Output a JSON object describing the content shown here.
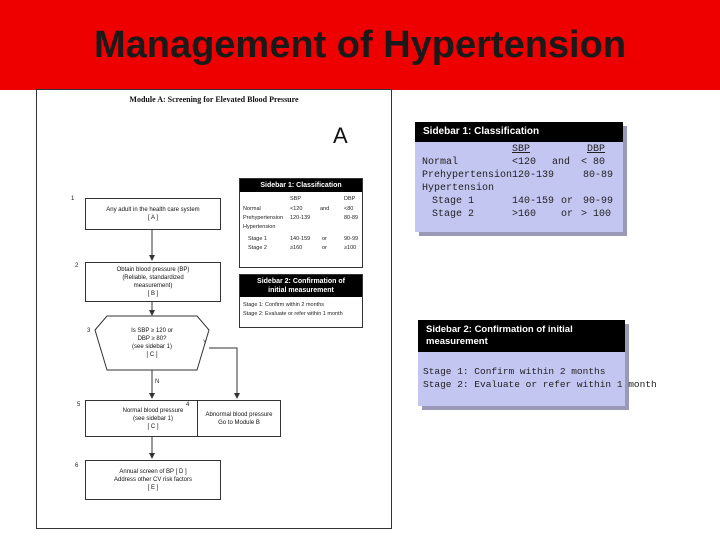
{
  "slide": {
    "title": "Management of Hypertension"
  },
  "module": {
    "title": "Module A: Screening for Elevated Blood Pressure",
    "letter": "A",
    "steps": [
      {
        "num": "1",
        "lines": [
          "Any adult in the health care system",
          "[ A ]"
        ]
      },
      {
        "num": "2",
        "lines": [
          "Obtain blood pressure (BP)",
          "(Reliable, standardized",
          "measurement)",
          "[ B ]"
        ]
      },
      {
        "num": "3",
        "lines": [
          "Is SBP ≥ 120 or",
          "DBP ≥ 80?",
          "(see sidebar 1)",
          "[ C ]"
        ]
      },
      {
        "num": "5",
        "lines": [
          "Normal blood pressure",
          "(see sidebar 1)",
          "[ C ]"
        ]
      },
      {
        "num": "4",
        "lines": [
          "Abnormal blood pressure",
          "Go to Module B"
        ]
      },
      {
        "num": "6",
        "lines": [
          "Annual screen of BP [ D ]",
          "Address other CV risk factors",
          "[ E ]"
        ]
      }
    ],
    "yes_label": "Y",
    "no_label": "N",
    "mini_sidebar1": {
      "header": "Sidebar 1: Classification",
      "col_sbp": "SBP",
      "col_dbp": "DBP",
      "rows": [
        {
          "label": "Normal",
          "sbp": "<120",
          "conj": "and",
          "dbp": "<80"
        },
        {
          "label": "Prehypertension",
          "sbp": "120-139",
          "conj": "",
          "dbp": "80-89"
        },
        {
          "label": "Hypertension",
          "sbp": "",
          "conj": "",
          "dbp": ""
        },
        {
          "label": "Stage 1",
          "sbp": "140-159",
          "conj": "or",
          "dbp": "90-99"
        },
        {
          "label": "Stage 2",
          "sbp": "≥160",
          "conj": "or",
          "dbp": "≥100"
        }
      ]
    },
    "mini_sidebar2": {
      "header_line1": "Sidebar 2: Confirmation of",
      "header_line2": "initial measurement",
      "rows": [
        "Stage 1: Confirm within 2 months",
        "Stage 2: Evaluate or refer within 1 month"
      ]
    }
  },
  "sidebar1": {
    "header": "Sidebar 1: Classification",
    "col_sbp": "SBP",
    "col_dbp": "DBP",
    "rows": [
      {
        "label": "Normal",
        "sbp": "<120",
        "conj": "and",
        "dbp": "< 80"
      },
      {
        "label": "Prehypertension",
        "sbp": "120-139",
        "conj": "",
        "dbp": "80-89"
      },
      {
        "label": "Hypertension",
        "sbp": "",
        "conj": "",
        "dbp": ""
      },
      {
        "label": "Stage 1",
        "sbp": "140-159",
        "conj": "or",
        "dbp": "90-99"
      },
      {
        "label": "Stage 2",
        "sbp": ">160",
        "conj": "or",
        "dbp": "> 100"
      }
    ]
  },
  "sidebar2": {
    "header": "Sidebar 2: Confirmation of initial measurement",
    "rows": [
      "Stage 1: Confirm within 2 months",
      "Stage 2: Evaluate or refer within 1 month"
    ]
  },
  "colors": {
    "title_bar": "#ee0000",
    "sidebar_fill": "#c4c6f2",
    "sidebar_header": "#000000"
  }
}
